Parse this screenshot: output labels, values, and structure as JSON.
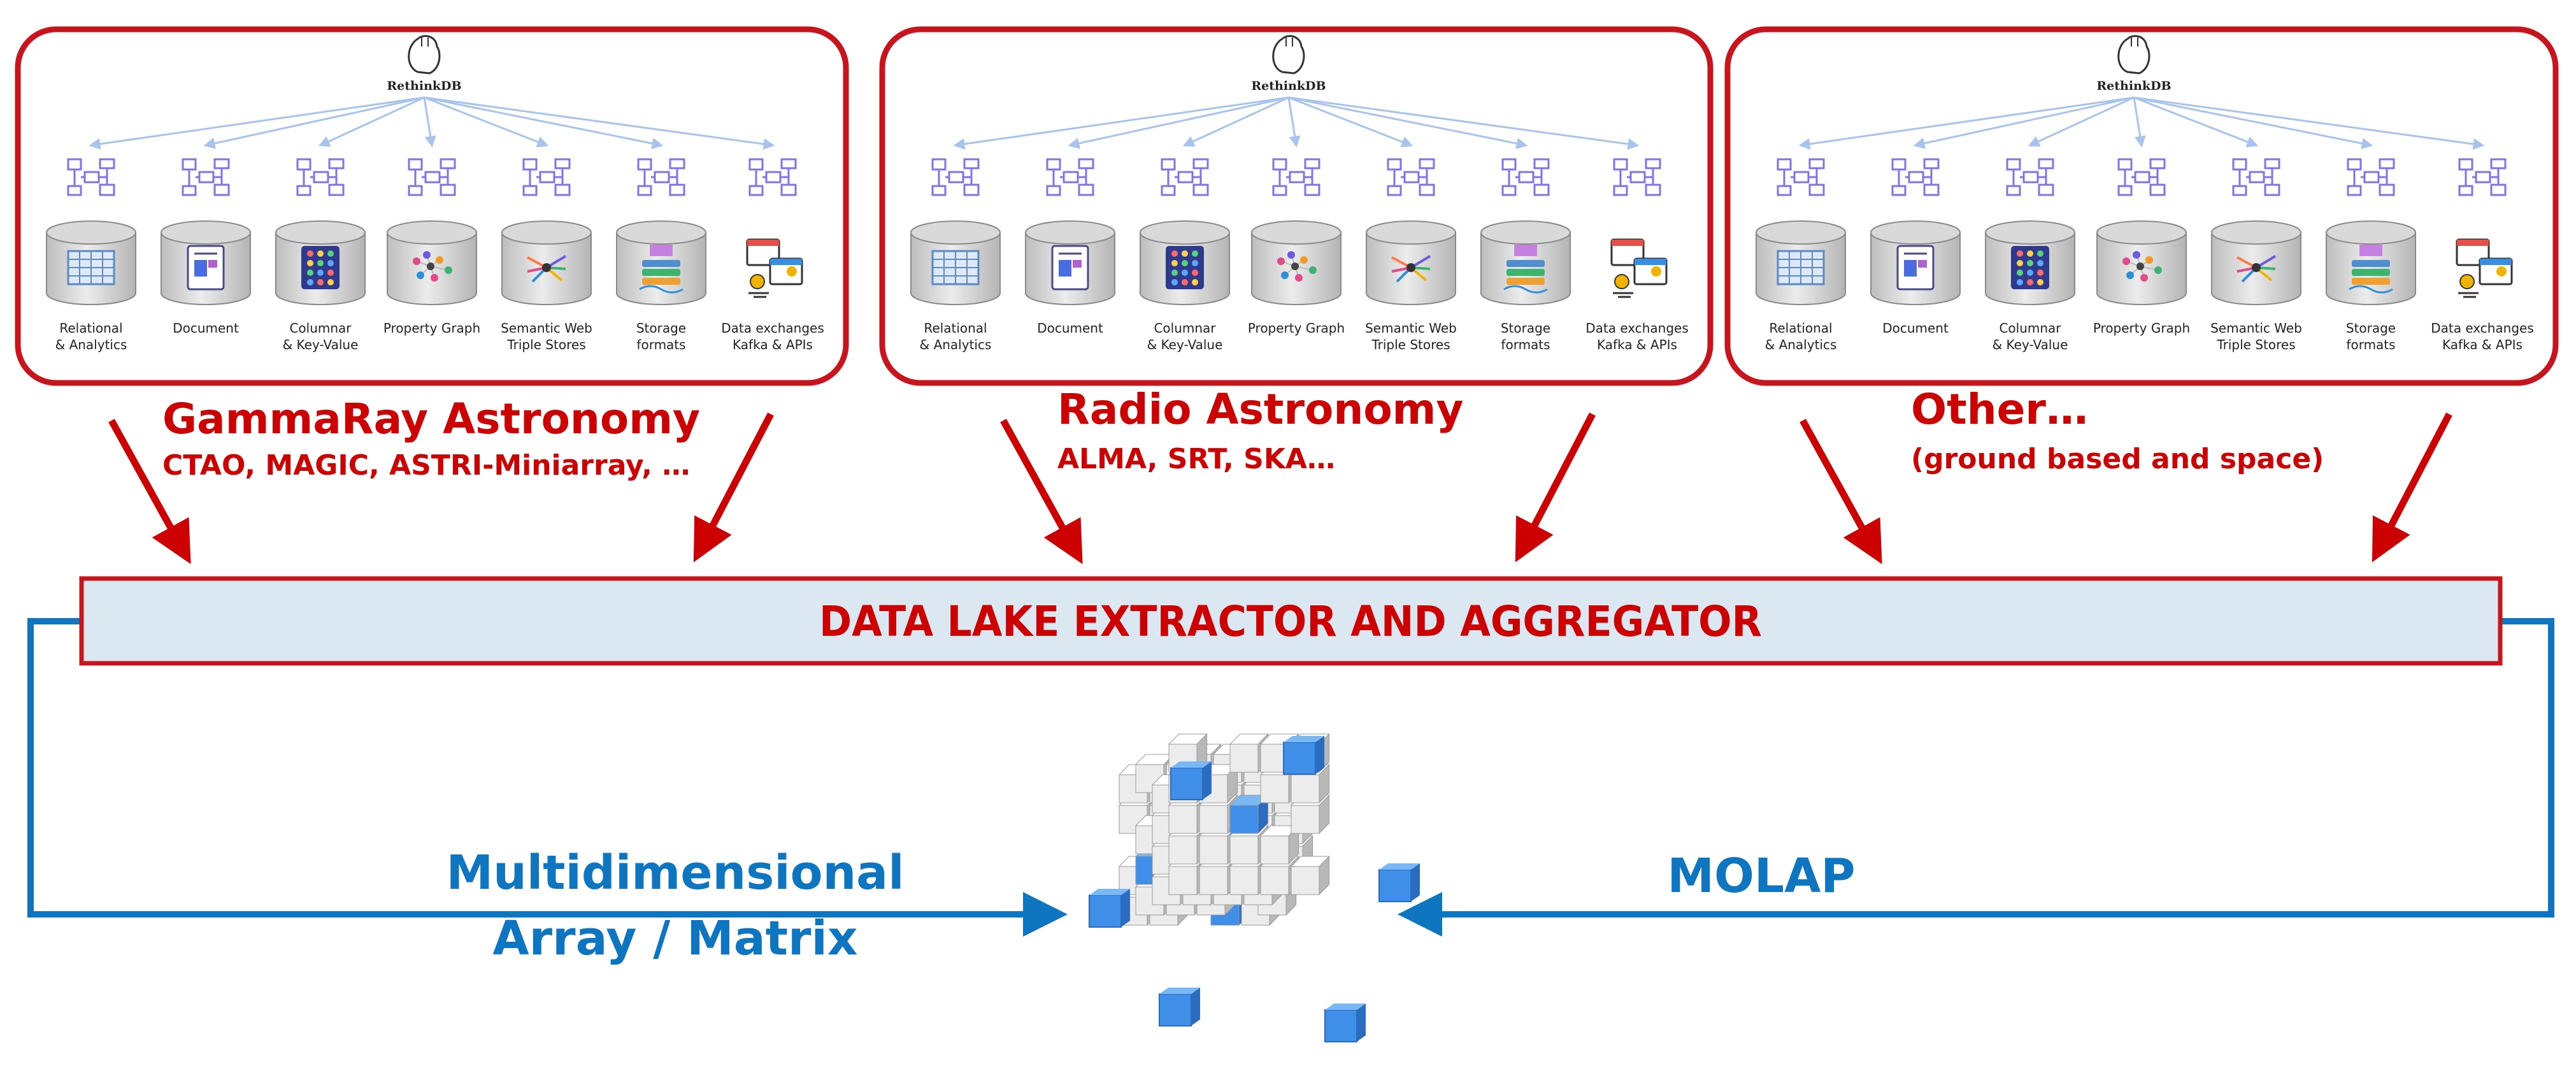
{
  "colors": {
    "panel_border": "#c8141c",
    "title_red": "#cc0000",
    "flow_blue": "#0e75c0",
    "lake_fill": "#dbe8f1",
    "light_blue_arrows": "#a9c4ea",
    "icon_purple": "#7f74e6",
    "cube_grey": "#e4e4e4",
    "cube_blue": "#3f8fe8"
  },
  "hub_label": "RethinkDB",
  "stores": [
    {
      "lines": [
        "Relational",
        "& Analytics"
      ],
      "icon": "table-icon"
    },
    {
      "lines": [
        "Document"
      ],
      "icon": "document-icon"
    },
    {
      "lines": [
        "Columnar",
        "& Key-Value"
      ],
      "icon": "columnar-grid-icon"
    },
    {
      "lines": [
        "Property Graph"
      ],
      "icon": "graph-icon"
    },
    {
      "lines": [
        "Semantic Web",
        "Triple Stores"
      ],
      "icon": "triple-store-icon"
    },
    {
      "lines": [
        "Storage",
        "formats"
      ],
      "icon": "storage-formats-icon"
    },
    {
      "lines": [
        "Data exchanges",
        "Kafka & APIs"
      ],
      "icon": "data-exchange-icon"
    }
  ],
  "groups": [
    {
      "title": "GammaRay Astronomy",
      "subtitle": "CTAO, MAGIC, ASTRI-Miniarray, …"
    },
    {
      "title": "Radio Astronomy",
      "subtitle": "ALMA, SRT, SKA…"
    },
    {
      "title": "Other…",
      "subtitle": "(ground based and space)"
    }
  ],
  "aggregator_label": "DATA LAKE EXTRACTOR AND AGGREGATOR",
  "left_flow_label": [
    "Multidimensional",
    "Array / Matrix"
  ],
  "right_flow_label": "MOLAP",
  "center_icon": "olap-cube-icon"
}
